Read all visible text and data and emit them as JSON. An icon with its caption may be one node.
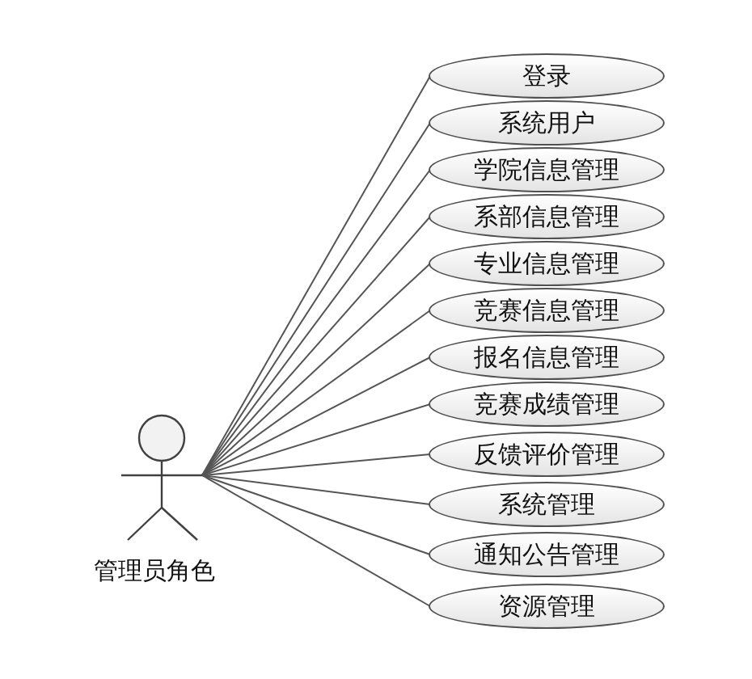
{
  "diagram": {
    "nodes": [
      {
        "text": [
          "管理员角色"
        ]
      },
      {
        "text": [
          "登录"
        ]
      },
      {
        "text": [
          "系统用户"
        ]
      },
      {
        "text": [
          "学院信息管理"
        ]
      },
      {
        "text": [
          "系部信息管理"
        ]
      },
      {
        "text": [
          "专业信息管理"
        ]
      },
      {
        "text": [
          "竞赛信息管理"
        ]
      },
      {
        "text": [
          "报名信息管理"
        ]
      },
      {
        "text": [
          "竞赛成绩管理"
        ]
      },
      {
        "text": [
          "反馈评价管理"
        ]
      },
      {
        "text": [
          "系统管理"
        ]
      },
      {
        "text": [
          "通知公告管理"
        ]
      },
      {
        "text": [
          "资源管理"
        ]
      }
    ],
    "edges": [
      {
        "from": 0,
        "to": 1,
        "arrow": "none"
      },
      {
        "from": 0,
        "to": 2,
        "arrow": "none"
      },
      {
        "from": 0,
        "to": 3,
        "arrow": "none"
      },
      {
        "from": 0,
        "to": 4,
        "arrow": "none"
      },
      {
        "from": 0,
        "to": 5,
        "arrow": "none"
      },
      {
        "from": 0,
        "to": 6,
        "arrow": "none"
      },
      {
        "from": 0,
        "to": 7,
        "arrow": "none"
      },
      {
        "from": 0,
        "to": 8,
        "arrow": "none"
      },
      {
        "from": 0,
        "to": 9,
        "arrow": "none"
      },
      {
        "from": 0,
        "to": 10,
        "arrow": "none"
      },
      {
        "from": 0,
        "to": 11,
        "arrow": "none"
      },
      {
        "from": 0,
        "to": 12,
        "arrow": "none"
      }
    ]
  }
}
